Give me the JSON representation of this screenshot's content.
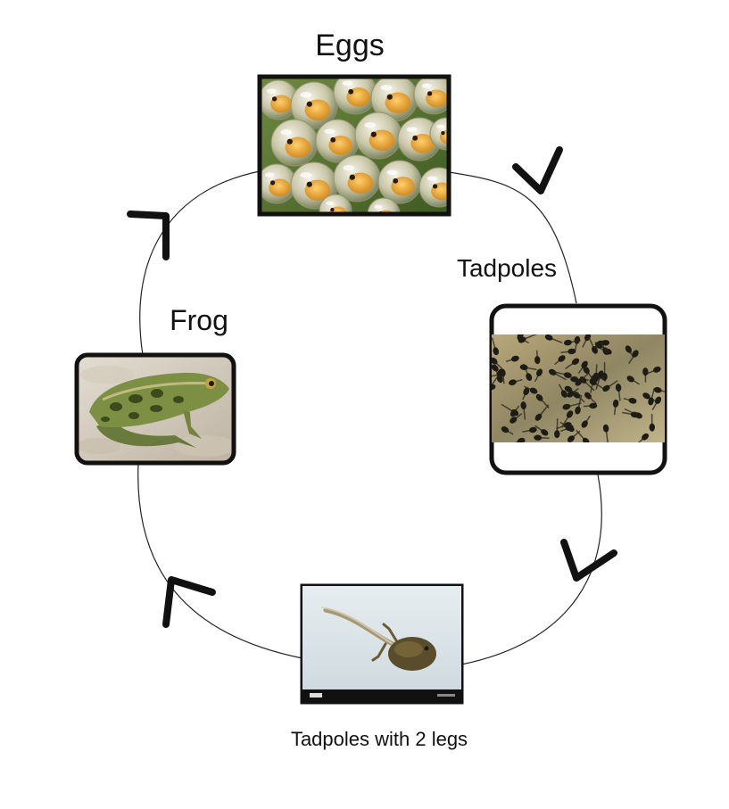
{
  "stages": [
    {
      "id": "eggs",
      "label": "Eggs",
      "image": "frog-eggs-photo"
    },
    {
      "id": "tadpoles",
      "label": "Tadpoles",
      "image": "tadpoles-swarm-photo"
    },
    {
      "id": "tadpoles-legs",
      "label": "Tadpoles with 2 legs",
      "image": "tadpole-with-legs-photo"
    },
    {
      "id": "frog",
      "label": "Frog",
      "image": "leopard-frog-photo"
    }
  ],
  "cycle_direction": "clockwise",
  "colors": {
    "line": "#222222",
    "frame": "#111111",
    "arrow": "#111111"
  }
}
